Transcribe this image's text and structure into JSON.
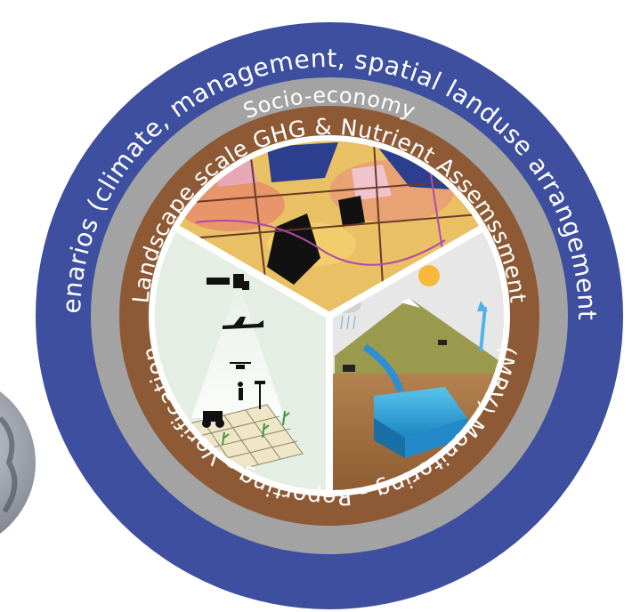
{
  "rings": {
    "outer": {
      "label": "Scenarios (climate, management, spatial landuse arrangements)",
      "color": "#3d4f9e"
    },
    "middle": {
      "label": "Socio-economy",
      "color": "#a3a3a3"
    },
    "inner_top": {
      "label": "Landscape scale GHG & Nutrient Assemssment",
      "color": "#8e5a35"
    },
    "inner_bottom": {
      "label": "(MRV) Monitoring - Reporting - Verification",
      "color": "#8e5a35"
    }
  },
  "segments": [
    {
      "name": "landscape-map",
      "icon": "map-icon"
    },
    {
      "name": "remote-sensing",
      "icon": "satellite-plane-drone-icon"
    },
    {
      "name": "water-cycle",
      "icon": "mountain-water-cycle-icon"
    }
  ],
  "colors": {
    "separator": "#ffffff",
    "map_base": "#e9c064",
    "remote_sensing_bg": "#e4eee4",
    "water_cycle_sky": "#e7e7e7"
  }
}
